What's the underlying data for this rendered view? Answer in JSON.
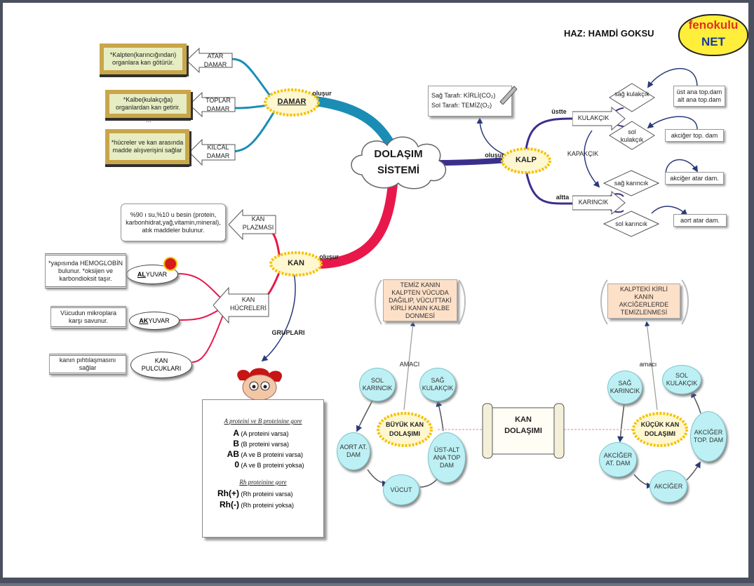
{
  "header": {
    "author": "HAZ: HAMDİ GOKSU",
    "logo_top": "fenokulu",
    "logo_bottom": "NET"
  },
  "center": {
    "line1": "DOLAŞIM",
    "line2": "SİSTEMİ"
  },
  "damar": {
    "title": "DAMAR",
    "olusur": "oluşur",
    "atar": {
      "label1": "ATAR",
      "label2": "DAMAR",
      "note": "*Kalpten(karıncığından) organlara kan götürür."
    },
    "toplar": {
      "label1": "TOPLAR",
      "label2": "DAMAR",
      "note": "*Kalbe(kulakçığa) organlardan kan getirir.",
      "dots": "..."
    },
    "kilcal": {
      "label1": "KILCAL",
      "label2": "DAMAR",
      "note": "*hücreler ve kan arasında madde alışverişini sağlar"
    }
  },
  "kalp": {
    "title": "KALP",
    "olusur": "oluşur",
    "sides": {
      "line1": "Sağ Tarafı: KİRLİ(CO₂)",
      "line2": "Sol Tarafı: TEMİZ(O₂)"
    },
    "ustte": "üstte",
    "altta": "altta",
    "kapakcik": "KAPAKÇIK",
    "kulakcik": "KULAKÇIK",
    "karincik": "KARINCIK",
    "sag_kulakcik": "sağ kulakçık",
    "sol_kulakcik": "sol kulakçık",
    "sag_karincik": "sağ karıncık",
    "sol_karincik": "sol karıncık",
    "ust_ana": "üst ana top.dam alt ana top.dam",
    "akciger_top": "akciğer top. dam",
    "akciger_atar": "akciğer atar dam.",
    "aort_atar": "aort atar dam."
  },
  "kan": {
    "title": "KAN",
    "olusur": "oluşur",
    "gruplari": "GRUPLARI",
    "plazma": {
      "label1": "KAN",
      "label2": "PLAZMASI",
      "note": "%90 ı su,%10 u besin (protein, karbonhidrat,yağ,vitamin,mineral), atık maddeler bulunur."
    },
    "hucreler": {
      "label1": "KAN",
      "label2": "HÜCRELERİ"
    },
    "alyuvar": {
      "prefix": "AL",
      "suffix": "YUVAR",
      "note": "*yapısında HEMOGLOBİN bulunur. *oksijen ve karbondioksit taşır."
    },
    "akyuvar": {
      "prefix": "AK",
      "suffix": "YUVAR",
      "note": "Vücudun mikroplara karşı savunur."
    },
    "pulcuklar": {
      "label1": "KAN",
      "label2": "PULCUKLARI",
      "note": "kanın pıhtılaşmasını sağlar"
    }
  },
  "blood_groups": {
    "heading1": "A proteini ve B proteinine gore",
    "rows": [
      {
        "sym": "A",
        "desc": "(A proteini varsa)"
      },
      {
        "sym": "B",
        "desc": "(B proteini varsa)"
      },
      {
        "sym": "AB",
        "desc": "(A ve B proteini varsa)"
      },
      {
        "sym": "0",
        "desc": "(A ve B proteini yoksa)"
      }
    ],
    "heading2": "Rh proteinine gore",
    "rh": [
      {
        "sym": "Rh(+)",
        "desc": "(Rh proteini varsa)"
      },
      {
        "sym": "Rh(-)",
        "desc": "(Rh proteini yoksa)"
      }
    ]
  },
  "dolasim": {
    "scroll1": "KAN",
    "scroll2": "DOLAŞIMI",
    "buyuk": {
      "line1": "BÜYÜK KAN",
      "line2": "DOLAŞIMI",
      "amac": "AMACI",
      "purpose": "TEMİZ KANIN KALPTEN VÜCUDA DAĞILIP, VÜCUTTAKİ KİRLİ KANIN KALBE DONMESİ",
      "nodes": [
        "SOL KARINCIK",
        "SAĞ KULAKÇIK",
        "AORT AT. DAM",
        "ÜST-ALT ANA TOP DAM",
        "VÜCUT"
      ]
    },
    "kucuk": {
      "line1": "KÜÇÜK KAN",
      "line2": "DOLAŞIMI",
      "amac": "amacı",
      "purpose": "KALPTEKİ KİRLİ KANIN AKCİĞERLERDE TEMİZLENMESİ",
      "nodes": [
        "SAĞ KARINCIK",
        "SOL KULAKÇIK",
        "AKCİĞER AT. DAM",
        "AKCİĞER TOP. DAM",
        "AKCİĞER"
      ]
    }
  },
  "colors": {
    "teal": "#1b8db5",
    "navy": "#3b2f8c",
    "red": "#e8184b",
    "cloud_fill": "#ffffff",
    "burst": "#f5c200",
    "cyan": "#bdf0f4",
    "peach": "#fde0c8"
  }
}
